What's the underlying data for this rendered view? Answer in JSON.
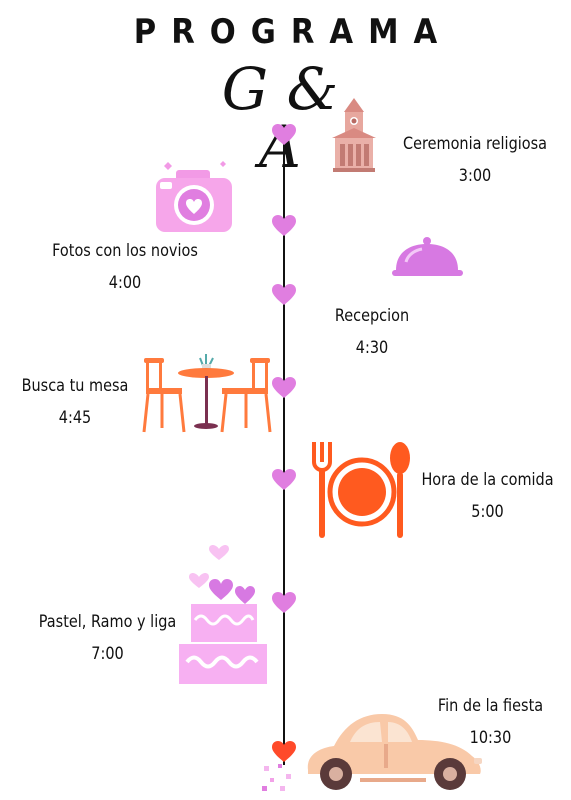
{
  "header": {
    "title": "PROGRAMA",
    "monogram": "G & A"
  },
  "events": [
    {
      "name": "Ceremonia religiosa",
      "time": "3:00",
      "icon": "church-icon"
    },
    {
      "name": "Fotos con los novios",
      "time": "4:00",
      "icon": "camera-icon"
    },
    {
      "name": "Recepcion",
      "time": "4:30",
      "icon": "cloche-icon"
    },
    {
      "name": "Busca tu mesa",
      "time": "4:45",
      "icon": "table-chairs-icon"
    },
    {
      "name": "Hora de la comida",
      "time": "5:00",
      "icon": "plate-cutlery-icon"
    },
    {
      "name": "Pastel, Ramo y liga",
      "time": "7:00",
      "icon": "cake-icon"
    },
    {
      "name": "Fin de la fiesta",
      "time": "10:30",
      "icon": "car-icon"
    }
  ],
  "colors": {
    "heart": "#e07ee0",
    "heart_last": "#ff4a2a",
    "accent_orange": "#ff5a1f",
    "pink": "#f29ae6",
    "violet": "#d779e2"
  }
}
